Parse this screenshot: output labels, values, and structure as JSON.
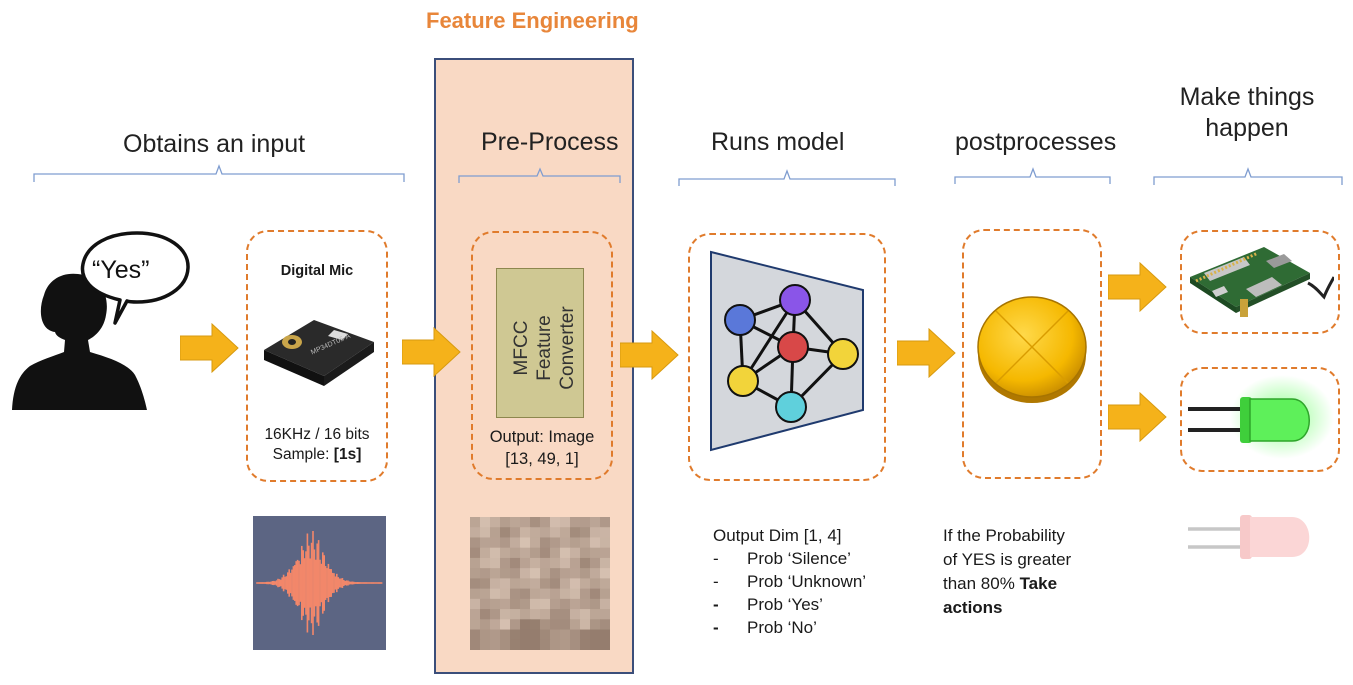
{
  "feature_engineering": {
    "title": "Feature Engineering"
  },
  "stages": {
    "input": "Obtains an input",
    "preprocess": "Pre-Process",
    "model": "Runs model",
    "postprocess": "postprocesses",
    "action": "Make things\nhappen"
  },
  "speech": {
    "word": "“Yes”"
  },
  "mic": {
    "title": "Digital Mic",
    "chip_label": "MP34DT05-A",
    "spec_line1": "16KHz / 16 bits",
    "spec_line2_prefix": "Sample: ",
    "spec_line2_bold": "[1s]"
  },
  "mfcc": {
    "box_text": "MFCC\nFeature\nConverter",
    "output_line1": "Output: Image",
    "output_line2": "[13, 49, 1]"
  },
  "model_output": {
    "heading": "Output Dim [1, 4]",
    "items": [
      "Prob ‘Silence’",
      "Prob ‘Unknown’",
      "Prob ‘Yes’",
      "Prob ‘No’"
    ],
    "bullet": "-"
  },
  "post_note": {
    "line1": "If the  Probability",
    "line2": "of YES is greater",
    "line3_prefix": "than 80%  ",
    "line3_bold": "Take",
    "line4_bold": "actions"
  },
  "colors": {
    "orange_dashed": "#e07b2c",
    "arrow_yellow": "#f5b21a",
    "fe_fill": "#f9d9c4",
    "fe_border": "#3b4e7a",
    "brace_blue": "#7f9dd0",
    "mfcc_box": "#cfc893"
  }
}
